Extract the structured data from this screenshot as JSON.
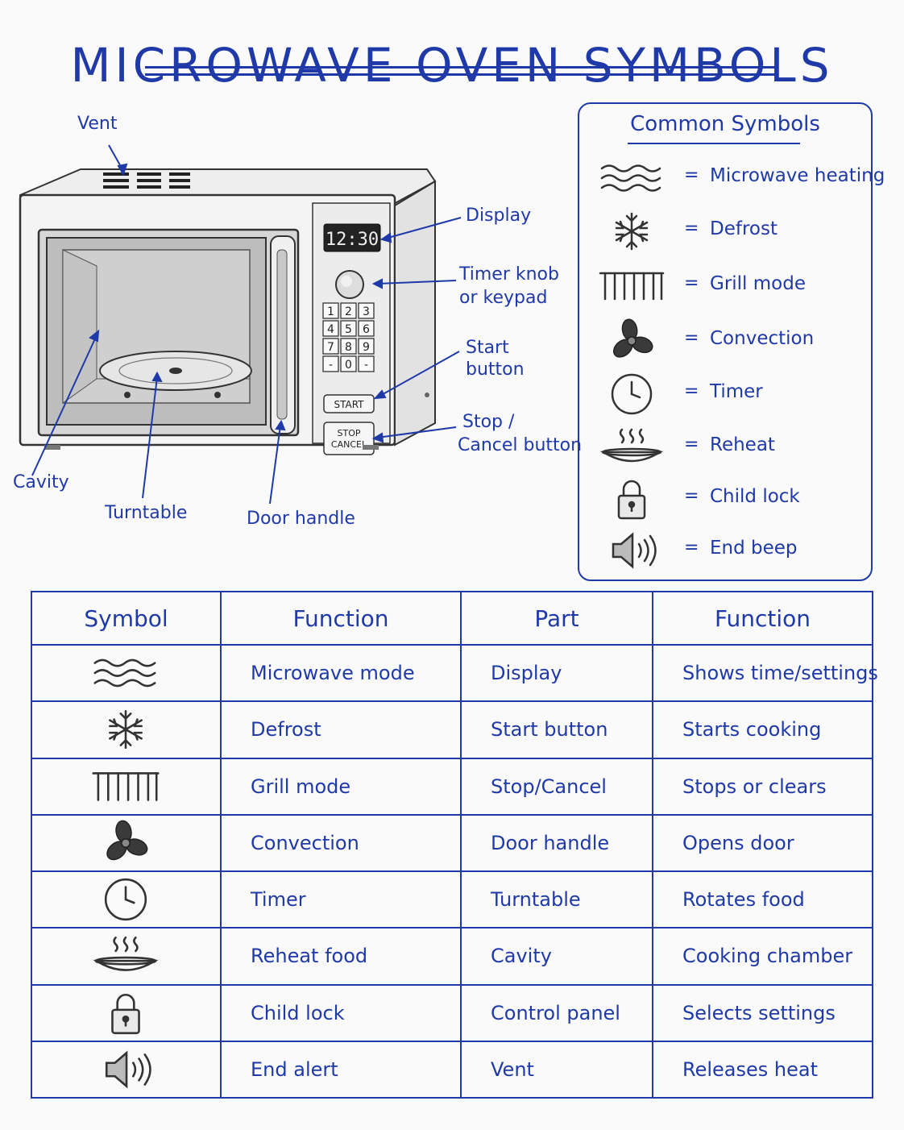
{
  "title": "MICROWAVE OVEN SYMBOLS",
  "diagram": {
    "display_readout": "12:30",
    "keypad_keys": [
      "1",
      "2",
      "3",
      "4",
      "5",
      "6",
      "7",
      "8",
      "9",
      "-",
      "0",
      "-"
    ],
    "start_key": "START",
    "stop_key_line1": "STOP",
    "stop_key_line2": "CANCEL",
    "callouts": {
      "vent": "Vent",
      "display": "Display",
      "timer_knob_line1": "Timer knob",
      "timer_knob_line2": "or keypad",
      "start_line1": "Start",
      "start_line2": "button",
      "stop_line1": "Stop /",
      "stop_line2": "Cancel button",
      "cavity": "Cavity",
      "turntable": "Turntable",
      "door_handle": "Door handle"
    }
  },
  "legend": {
    "title": "Common Symbols",
    "items": [
      {
        "icon": "microwave-waves-icon",
        "label": "Microwave heating"
      },
      {
        "icon": "snowflake-icon",
        "label": "Defrost"
      },
      {
        "icon": "grill-icon",
        "label": "Grill mode"
      },
      {
        "icon": "fan-icon",
        "label": "Convection"
      },
      {
        "icon": "clock-icon",
        "label": "Timer"
      },
      {
        "icon": "reheat-plate-icon",
        "label": "Reheat"
      },
      {
        "icon": "padlock-icon",
        "label": "Child lock"
      },
      {
        "icon": "speaker-icon",
        "label": "End beep"
      }
    ]
  },
  "table": {
    "headers": [
      "Symbol",
      "Function",
      "Part",
      "Function"
    ],
    "rows": [
      {
        "icon": "microwave-waves-icon",
        "function": "Microwave mode",
        "part": "Display",
        "part_function": "Shows time/settings"
      },
      {
        "icon": "snowflake-icon",
        "function": "Defrost",
        "part": "Start button",
        "part_function": "Starts cooking"
      },
      {
        "icon": "grill-icon",
        "function": "Grill mode",
        "part": "Stop/Cancel",
        "part_function": "Stops or clears"
      },
      {
        "icon": "fan-icon",
        "function": "Convection",
        "part": "Door handle",
        "part_function": "Opens door"
      },
      {
        "icon": "clock-icon",
        "function": "Timer",
        "part": "Turntable",
        "part_function": "Rotates food"
      },
      {
        "icon": "reheat-plate-icon",
        "function": "Reheat food",
        "part": "Cavity",
        "part_function": "Cooking chamber"
      },
      {
        "icon": "padlock-icon",
        "function": "Child lock",
        "part": "Control panel",
        "part_function": "Selects settings"
      },
      {
        "icon": "speaker-icon",
        "function": "End alert",
        "part": "Vent",
        "part_function": "Releases heat"
      }
    ]
  }
}
